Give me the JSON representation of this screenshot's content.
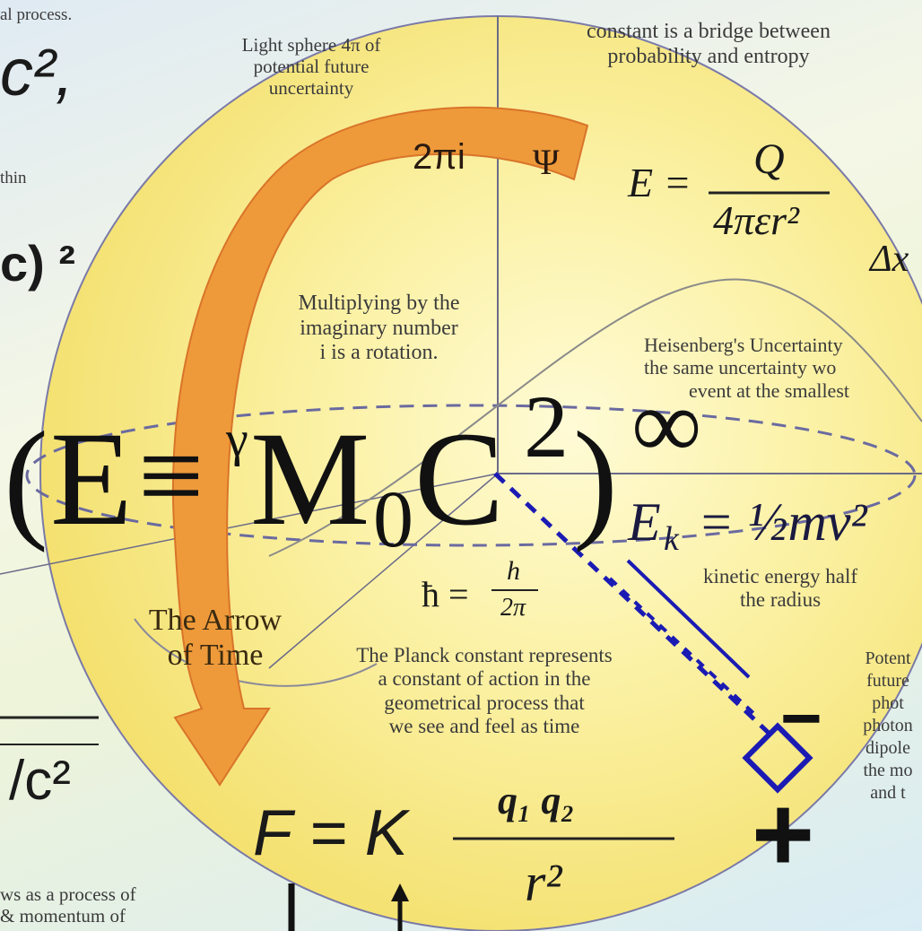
{
  "colors": {
    "circle_fill_center": "#fff9c8",
    "circle_fill_edge": "#f5e46a",
    "arrow_orange": "#ec8a2c",
    "arrow_orange_dark": "#d9742a",
    "line_blue": "#1b1bb4",
    "line_gray": "#6b6b8a",
    "text_dark": "#3b3b3b"
  },
  "labels": {
    "top_left_fragment": "al process.",
    "left_fragment_c2": "c²,",
    "left_fragment_thin": "thin",
    "left_fragment_c2_paren": "c) ²",
    "light_sphere": [
      "Light sphere 4π of",
      "potential future",
      "uncertainty"
    ],
    "constant_bridge": [
      "constant is a bridge between",
      "probability and entropy"
    ],
    "two_pi_i": "2πi",
    "psi": "Ψ",
    "coulomb_lhs": "E =",
    "coulomb_num": "Q",
    "coulomb_den": "4πεr²",
    "delta_x": "Δx",
    "multiplying": [
      "Multiplying by the",
      "imaginary number",
      "i is a rotation."
    ],
    "heisenberg": [
      "Heisenberg's Uncertainty",
      "the same uncertainty wo",
      "event at the smallest"
    ],
    "main_equation": {
      "open_paren": "(",
      "E": "E",
      "equiv": "≡",
      "gamma": "γ",
      "M": "M",
      "sub0": "0",
      "C": "C",
      "sup2": "2",
      "close_paren": ")",
      "infinity": "∞"
    },
    "kinetic_formula": "E",
    "kinetic_sub": "k",
    "kinetic_rest": "= ½mv²",
    "kinetic_caption": [
      "kinetic energy half",
      "the radius"
    ],
    "hbar_formula": "ħ =",
    "hbar_num": "h",
    "hbar_den": "2π",
    "arrow_of_time": [
      "The Arrow",
      "of Time"
    ],
    "planck_text": [
      "The Planck constant represents",
      "a constant of action in the",
      "geometrical process that",
      "we see and feel as time"
    ],
    "minus_sign": "−",
    "plus_sign": "+",
    "potential_fragment": [
      "Potent",
      "future",
      "phot",
      "photon",
      "dipole",
      "the mo",
      "and t"
    ],
    "left_mc2": "/c²",
    "bottom_left_fragment": [
      "ws as a process of",
      "& momentum of"
    ],
    "coulomb_force_lhs": "F = K",
    "coulomb_force_num": "q₁  q₂",
    "coulomb_force_den": "r²"
  }
}
